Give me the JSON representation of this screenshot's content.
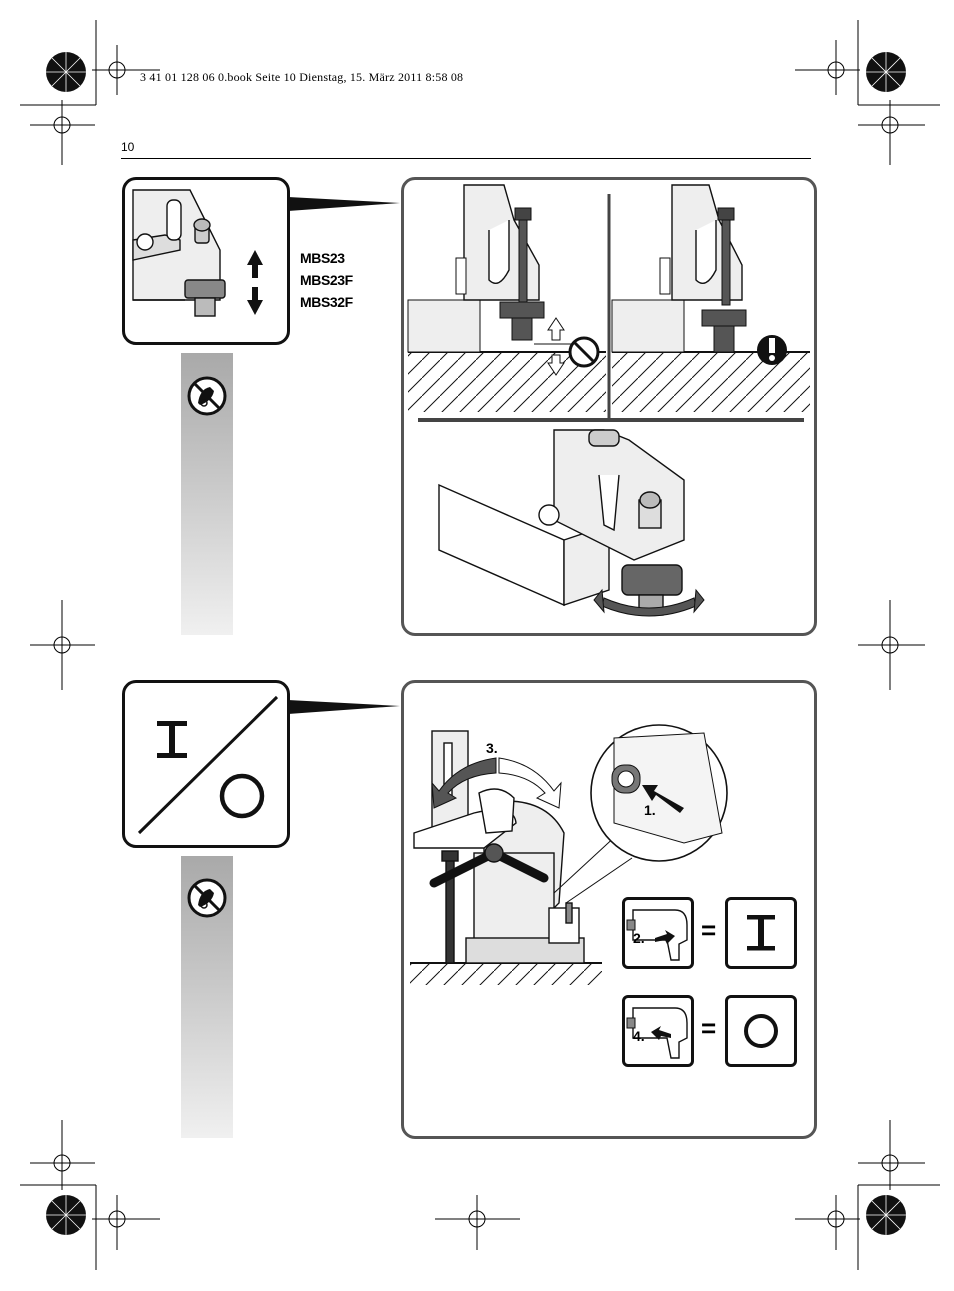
{
  "header": {
    "file_line": "3 41 01 128 06 0.book  Seite 10  Dienstag, 15. März 2011  8:58 08",
    "page_number": "10"
  },
  "figure_top": {
    "models": [
      "MBS23",
      "MBS23F",
      "MBS32F"
    ],
    "icons": [
      "no-power-plug-icon",
      "prohibited-icon",
      "warning-exclamation-icon",
      "rotate-arrows-icon"
    ]
  },
  "figure_bottom": {
    "switch_symbol_on": "I",
    "switch_symbol_off": "O",
    "steps": {
      "step1": "1.",
      "step2": "2.",
      "step3": "3.",
      "step4": "4."
    },
    "equals": "=",
    "icons": [
      "on-off-switch-icon",
      "no-power-plug-icon",
      "drill-on-icon",
      "drill-off-icon"
    ]
  },
  "colors": {
    "panel_border": "#555555",
    "strip_top": "#a9a9a9",
    "strip_bottom": "#f0f0f0"
  }
}
